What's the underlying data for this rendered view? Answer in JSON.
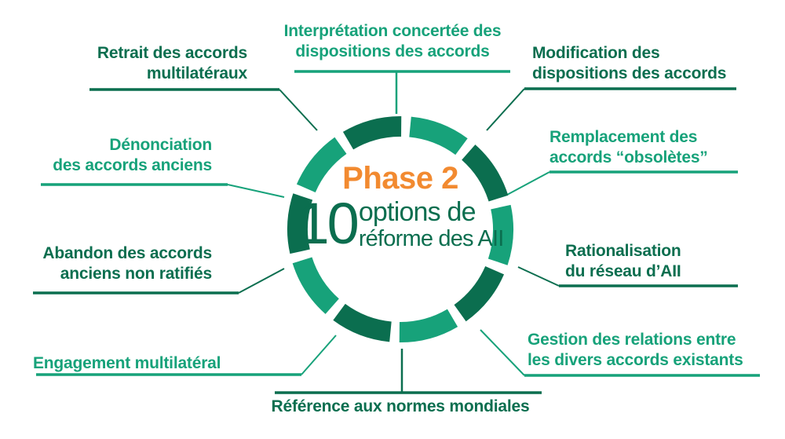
{
  "colors": {
    "dark_green": "#0B6E4F",
    "teal_green": "#17A27A",
    "orange": "#F28A30",
    "background": "#FFFFFF"
  },
  "center": {
    "phase": "Phase 2",
    "number": "10",
    "options_line": "options de",
    "subject_line": "réforme des AII"
  },
  "chart_data": {
    "type": "pie",
    "title": "Phase 2 — 10 options de réforme des AII",
    "legend_position": "around-ring",
    "categories": [
      "Interprétation concertée des dispositions des accords",
      "Modification des dispositions des accords",
      "Remplacement des accords “obsolètes”",
      "Rationalisation du réseau d’AII",
      "Gestion des relations entre les divers accords existants",
      "Référence aux normes mondiales",
      "Engagement multilatéral",
      "Abandon des accords anciens non ratifiés",
      "Dénonciation des accords anciens",
      "Retrait des accords multilatéraux"
    ],
    "values": [
      10,
      10,
      10,
      10,
      10,
      10,
      10,
      10,
      10,
      10
    ],
    "segment_colors": [
      "#17A27A",
      "#0B6E4F",
      "#17A27A",
      "#0B6E4F",
      "#17A27A",
      "#0B6E4F",
      "#17A27A",
      "#0B6E4F",
      "#17A27A",
      "#0B6E4F"
    ],
    "total": 10,
    "xlabel": "",
    "ylabel": "",
    "grid": false
  },
  "options": [
    {
      "id": "retrait",
      "text": "Retrait des accords\nmultilatéraux",
      "color": "#0B6E4F",
      "align": "right"
    },
    {
      "id": "interpretation",
      "text": "Interprétation concertée des\ndispositions des accords",
      "color": "#17A27A",
      "align": "center"
    },
    {
      "id": "modification",
      "text": "Modification des\ndispositions des accords",
      "color": "#0B6E4F",
      "align": "left"
    },
    {
      "id": "remplacement",
      "text": "Remplacement des\naccords “obsolètes”",
      "color": "#17A27A",
      "align": "left"
    },
    {
      "id": "rationalisation",
      "text": "Rationalisation\ndu réseau d’AII",
      "color": "#0B6E4F",
      "align": "left"
    },
    {
      "id": "gestion",
      "text": "Gestion des relations entre\nles divers accords existants",
      "color": "#17A27A",
      "align": "left"
    },
    {
      "id": "reference",
      "text": "Référence aux normes mondiales",
      "color": "#0B6E4F",
      "align": "center"
    },
    {
      "id": "engagement",
      "text": "Engagement multilatéral",
      "color": "#17A27A",
      "align": "left"
    },
    {
      "id": "abandon",
      "text": "Abandon des accords\nanciens non ratifiés",
      "color": "#0B6E4F",
      "align": "right"
    },
    {
      "id": "denonciation",
      "text": "Dénonciation\ndes accords anciens",
      "color": "#17A27A",
      "align": "right"
    }
  ]
}
